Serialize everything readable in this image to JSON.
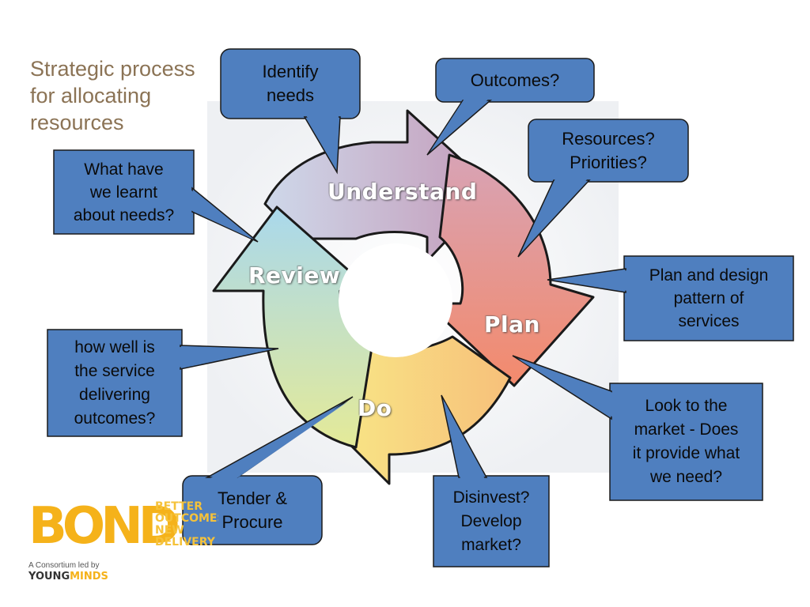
{
  "title": [
    "Strategic process",
    "for allocating",
    "resources"
  ],
  "cycle_stages": [
    {
      "id": "understand",
      "label": "Understand",
      "color": "#b8a3c6"
    },
    {
      "id": "plan",
      "label": "Plan",
      "color": "#ec9580"
    },
    {
      "id": "do",
      "label": "Do",
      "color": "#f7e27c"
    },
    {
      "id": "review",
      "label": "Review",
      "color": "#b5dcec"
    }
  ],
  "callouts": [
    {
      "id": "identify-needs",
      "lines": [
        "Identify",
        "needs"
      ]
    },
    {
      "id": "outcomes",
      "lines": [
        "Outcomes?"
      ]
    },
    {
      "id": "resources-priorities",
      "lines": [
        "Resources?",
        "Priorities?"
      ]
    },
    {
      "id": "what-have-we-learnt",
      "lines": [
        "What have",
        "we learnt",
        "about needs?"
      ]
    },
    {
      "id": "plan-and-design",
      "lines": [
        "Plan and design",
        "pattern of",
        "services"
      ]
    },
    {
      "id": "how-well",
      "lines": [
        "how well is",
        "the service",
        "delivering",
        "outcomes?"
      ]
    },
    {
      "id": "look-to-market",
      "lines": [
        "Look to the",
        "market - Does",
        "it provide what",
        "we need?"
      ]
    },
    {
      "id": "tender-procure",
      "lines": [
        "Tender &",
        "Procure"
      ]
    },
    {
      "id": "disinvest",
      "lines": [
        "Disinvest?",
        "Develop",
        "market?"
      ]
    }
  ],
  "colors": {
    "callout_fill": "#4f7fbf",
    "callout_border": "#1a1a1a",
    "title": "#8b7355",
    "logo": "#f5b21a"
  },
  "logo": {
    "wordmark": "BOND",
    "tagline": [
      "BETTER",
      "OUTCOMES",
      "NEW",
      "DELIVERY"
    ],
    "consortium": "A Consortium led by",
    "org_prefix": "YOUNG",
    "org_suffix": "MINDS"
  }
}
